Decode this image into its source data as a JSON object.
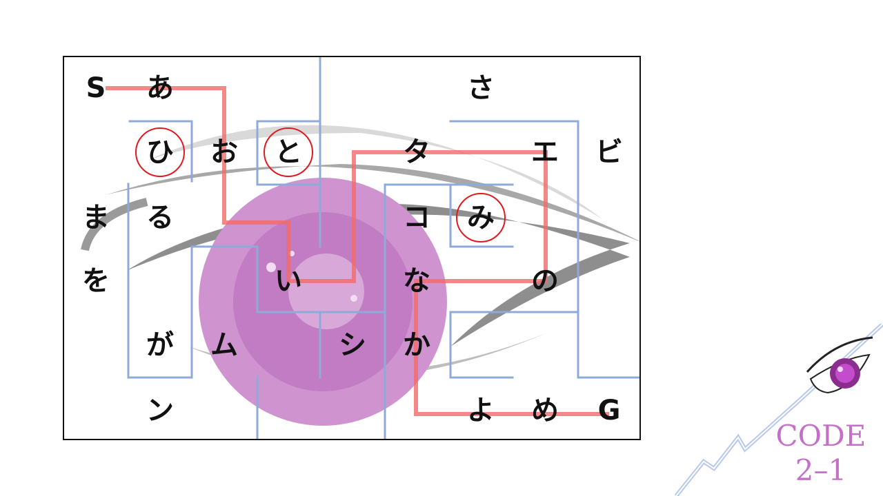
{
  "maze": {
    "grid": [
      [
        "S",
        "あ",
        "",
        "",
        "",
        "",
        "さ",
        "",
        ""
      ],
      [
        "",
        "ひ",
        "お",
        "と",
        "",
        "タ",
        "",
        "エ",
        "ビ"
      ],
      [
        "ま",
        "る",
        "",
        "",
        "",
        "コ",
        "み",
        "",
        ""
      ],
      [
        "を",
        "",
        "",
        "い",
        "",
        "な",
        "",
        "の",
        ""
      ],
      [
        "",
        "が",
        "ム",
        "",
        "シ",
        "か",
        "",
        "",
        ""
      ],
      [
        "",
        "ン",
        "",
        "",
        "",
        "",
        "よ",
        "め",
        "G"
      ]
    ],
    "circled": [
      "ひ",
      "と",
      "み"
    ],
    "path_color": "#f06a6a",
    "wall_color": "#8eabd8",
    "circle_color": "#e0191f"
  },
  "corner": {
    "line1": "CODE",
    "line2": "2–1",
    "label_color": "#c46fc8",
    "icon": "eye-icon"
  }
}
